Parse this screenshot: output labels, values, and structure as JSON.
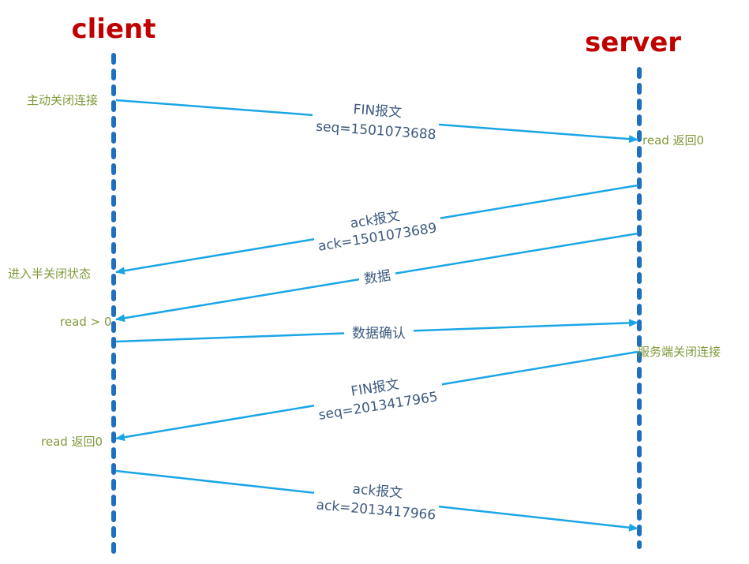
{
  "participants": {
    "client": "client",
    "server": "server"
  },
  "messages": [
    {
      "id": "fin1",
      "line1": "FIN报文",
      "line2": "seq=1501073688"
    },
    {
      "id": "ack1",
      "line1": "ack报文",
      "line2": "ack=1501073689"
    },
    {
      "id": "data",
      "line1": "数据"
    },
    {
      "id": "data_ack",
      "line1": "数据确认"
    },
    {
      "id": "fin2",
      "line1": "FIN报文",
      "line2": "seq=2013417965"
    },
    {
      "id": "ack2",
      "line1": "ack报文",
      "line2": "ack=2013417966"
    }
  ],
  "notes": {
    "client_active_close": "主动关闭连接",
    "server_read_zero": "read 返回0",
    "client_half_close": "进入半关闭状态",
    "client_read_positive": "read > 0",
    "server_close": "服务端关闭连接",
    "client_read_zero": "read 返回0"
  },
  "colors": {
    "participant": "#c00000",
    "lifeline": "#1f6fbf",
    "arrow": "#1aa6e6",
    "message_text": "#3d5a80",
    "note_text": "#7f9a3a"
  }
}
